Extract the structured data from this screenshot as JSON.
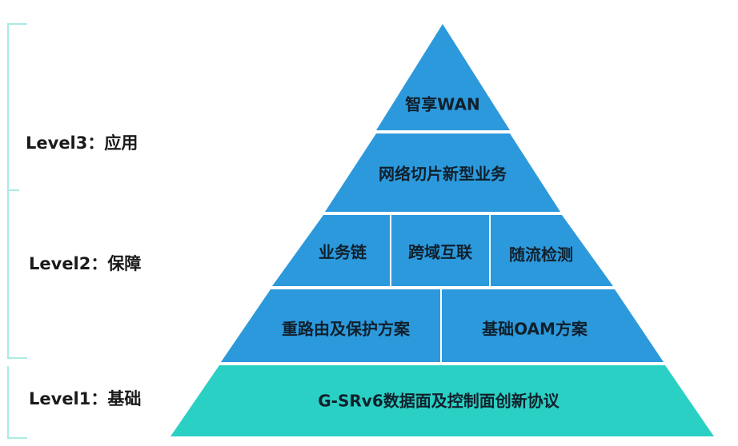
{
  "levels": [
    {
      "label": "Level3：应用"
    },
    {
      "label": "Level2：保障"
    },
    {
      "label": "Level1：基础"
    }
  ],
  "pyramid": {
    "top_apex": "智享WAN",
    "network_slicing": "网络切片新型业务",
    "service_chain": "业务链",
    "cross_domain": "跨域互联",
    "inband_detection": "随流检测",
    "rerouting": "重路由及保护方案",
    "oam": "基础OAM方案",
    "base_protocol": "G-SRv6数据面及控制面创新协议"
  },
  "colors": {
    "blue_tier": "#2c99dc",
    "base_tier": "#2bd0c4",
    "bracket": "#a9ece4",
    "divider": "#ffffff"
  }
}
